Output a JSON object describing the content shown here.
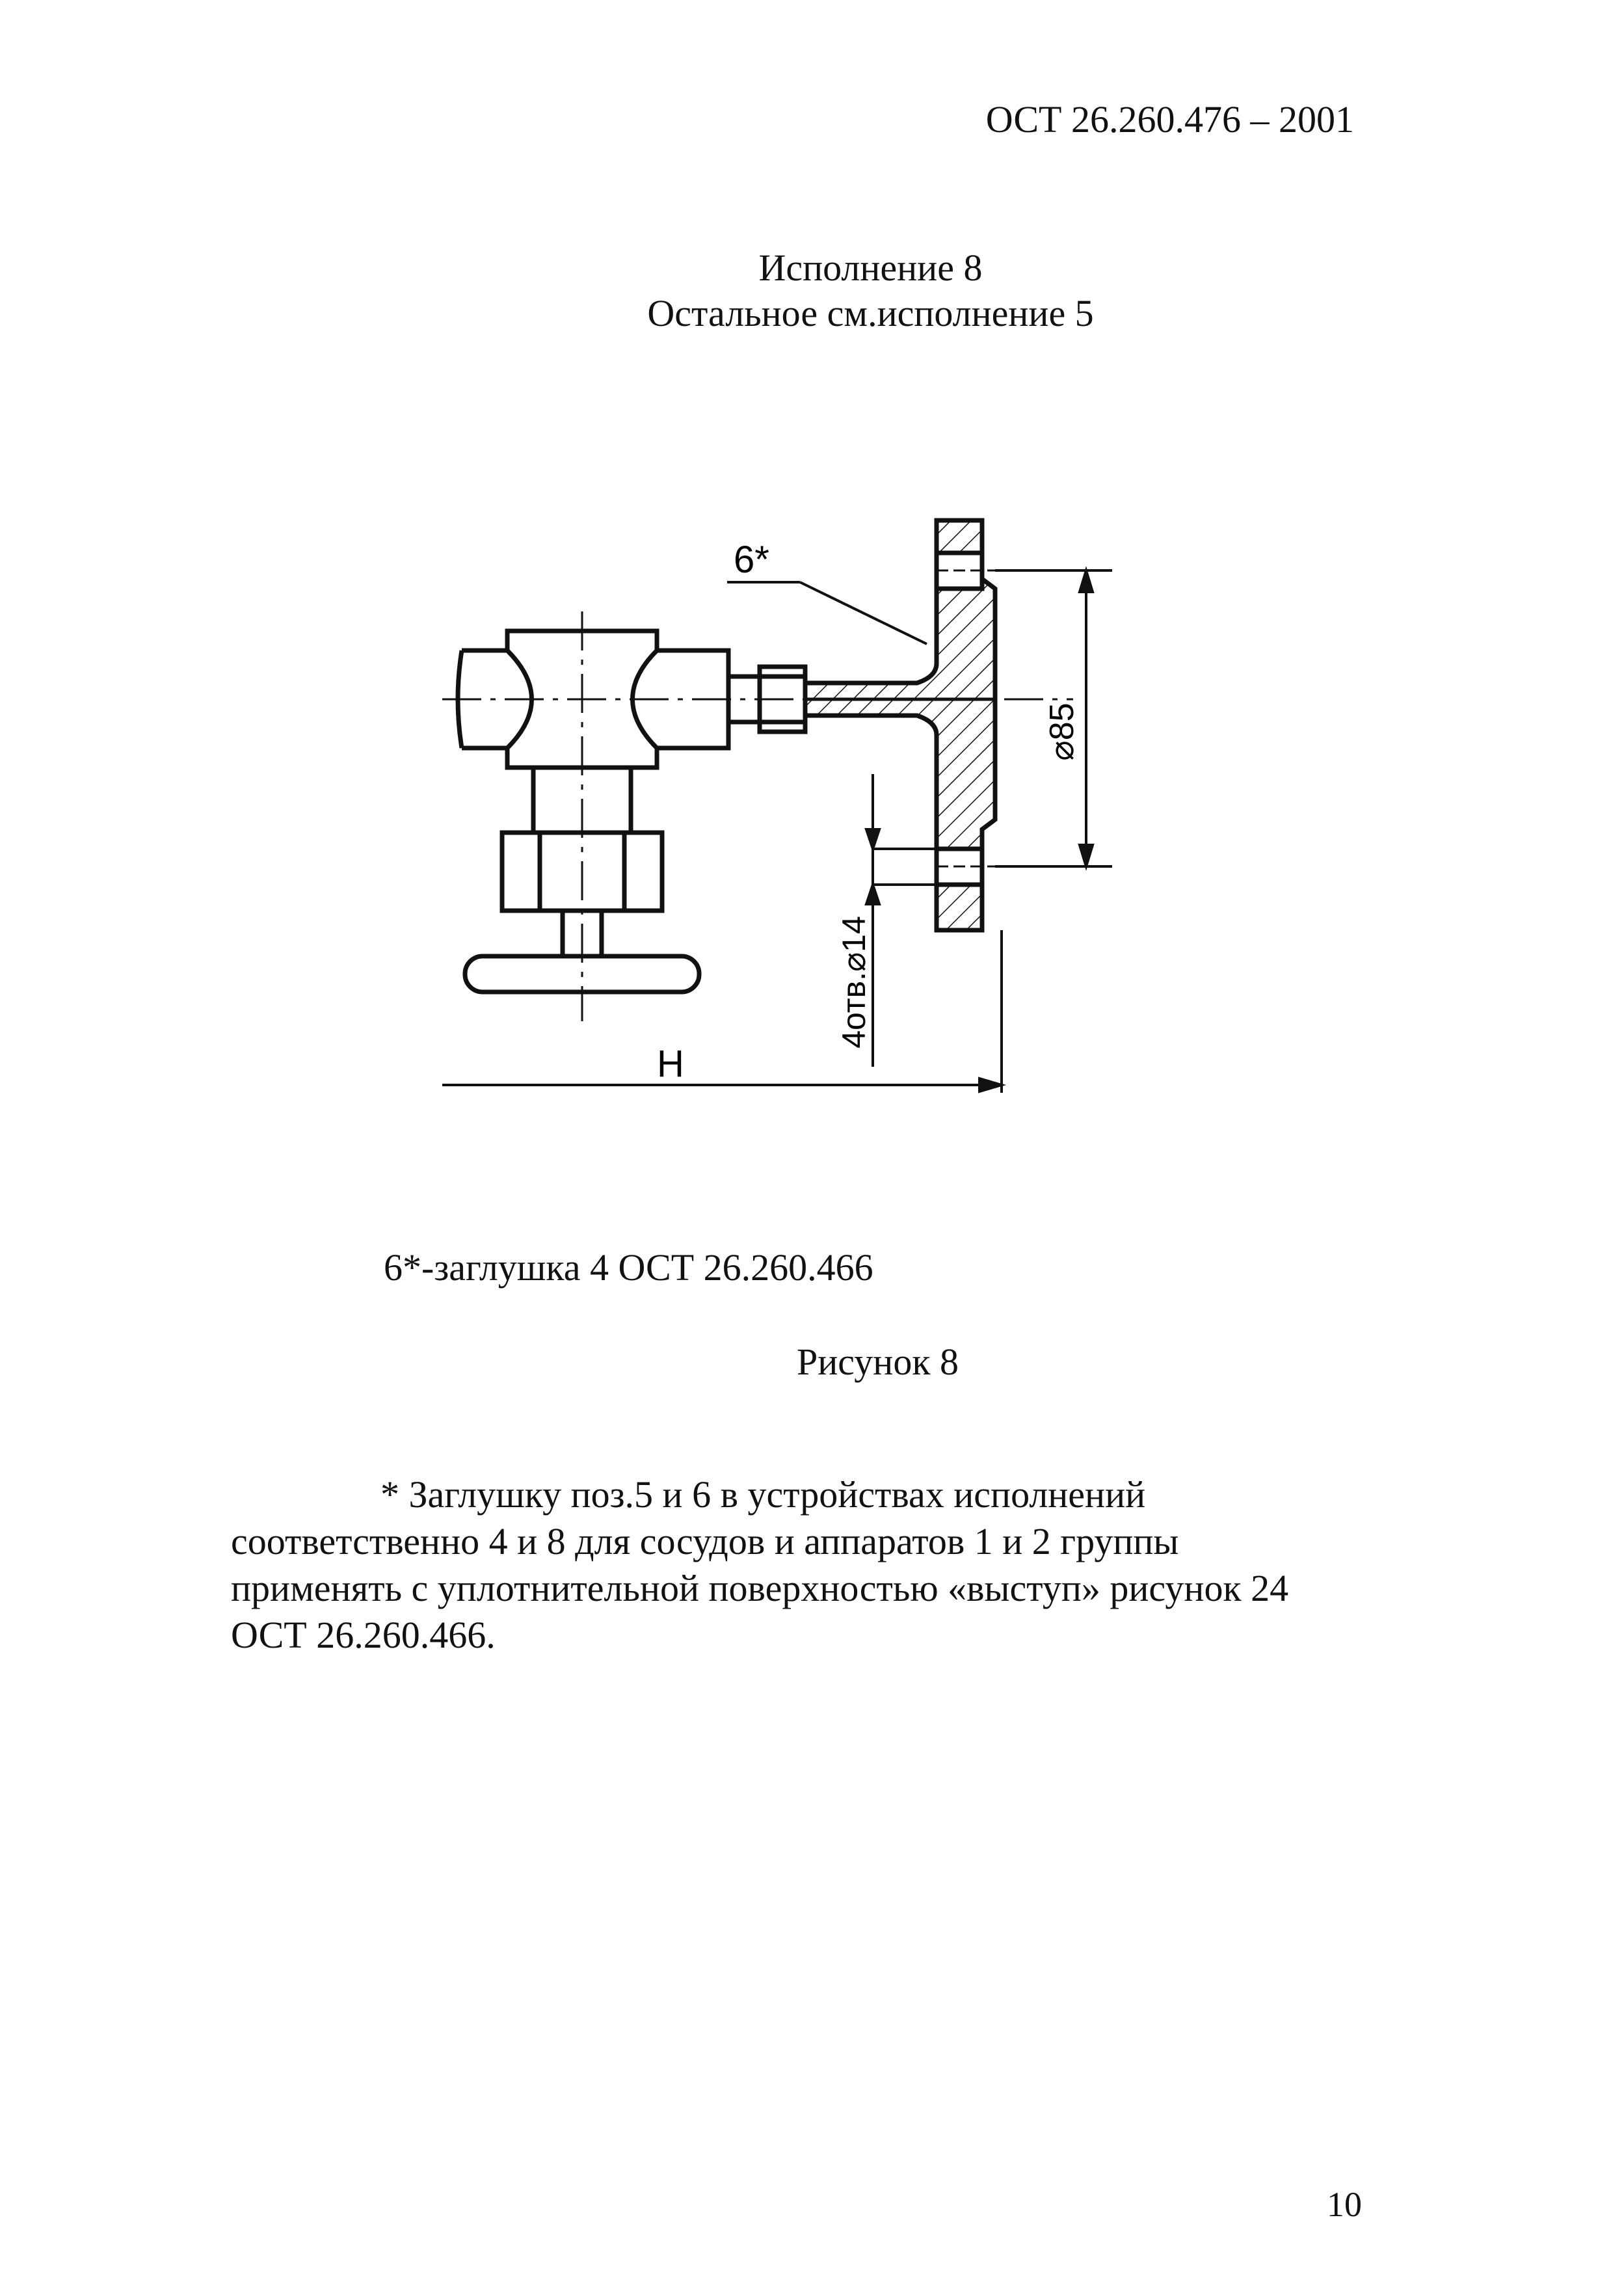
{
  "header": {
    "doc_code": "ОСТ 26.260.476 – 2001"
  },
  "title": {
    "line1": "Исполнение 8",
    "line2": "Остальное см.исполнение 5"
  },
  "drawing": {
    "callout_label": "6*",
    "diameter_label": "⌀85",
    "holes_label": "4отв.⌀14",
    "length_label": "H"
  },
  "caption": "6*-заглушка  4  ОСТ 26.260.466",
  "figure_label": "Рисунок 8",
  "note": {
    "lines": [
      "* Заглушку поз.5 и 6 в устройствах исполнений",
      "соответственно 4 и 8 для сосудов и аппаратов 1 и 2 группы",
      "применять с уплотнительной поверхностью «выступ»  рисунок 24",
      "ОСТ 26.260.466."
    ]
  },
  "page_number": "10"
}
